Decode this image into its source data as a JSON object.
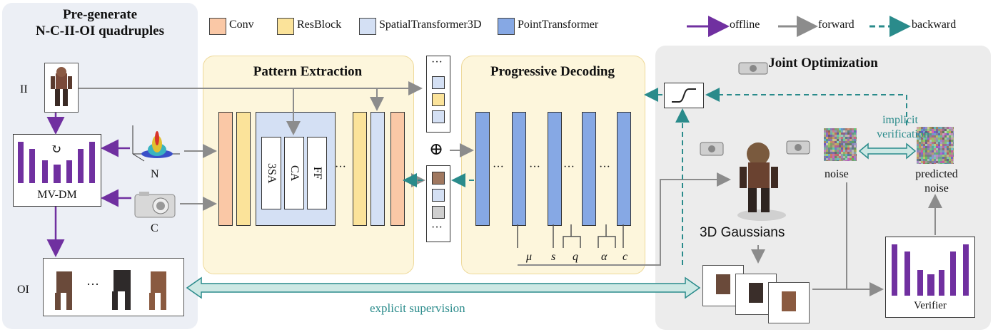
{
  "left_panel": {
    "title_line1": "Pre-generate",
    "title_line2": "N-C-II-OI quadruples",
    "label_ii": "II",
    "label_n": "N",
    "label_c": "C",
    "label_mvdm": "MV-DM",
    "label_oi": "OI",
    "refresh_glyph": "↻",
    "oi_ellipsis": "···"
  },
  "legend": {
    "conv": "Conv",
    "resblock": "ResBlock",
    "spatial": "SpatialTransformer3D",
    "point": "PointTransformer",
    "offline": "offline",
    "forward": "forward",
    "backward": "backward",
    "colors": {
      "conv": "#fac8a6",
      "resblock": "#fbe39a",
      "spatial": "#d4e0f4",
      "point": "#86a8e4",
      "offline": "#7030a0",
      "forward": "#8c8c8c",
      "backward": "#2a8b8b"
    }
  },
  "pattern_extraction": {
    "title": "Pattern Extraction",
    "sa": "3SA",
    "ca": "CA",
    "ff": "FF",
    "ellipsis": "···"
  },
  "middle": {
    "oplus": "⊕",
    "dots_top": "···",
    "dots_bottom": "···"
  },
  "progressive_decoding": {
    "title": "Progressive Decoding",
    "ellipsis": "···",
    "outputs": [
      "μ",
      "s",
      "q",
      "α",
      "c"
    ]
  },
  "joint_optimization": {
    "title": "Joint Optimization",
    "gaussians": "3D Gaussians",
    "implicit_line1": "implicit",
    "implicit_line2": "verification",
    "noise": "noise",
    "predicted_line1": "predicted",
    "predicted_line2": "noise",
    "verifier": "Verifier"
  },
  "explicit_supervision": "explicit supervision"
}
